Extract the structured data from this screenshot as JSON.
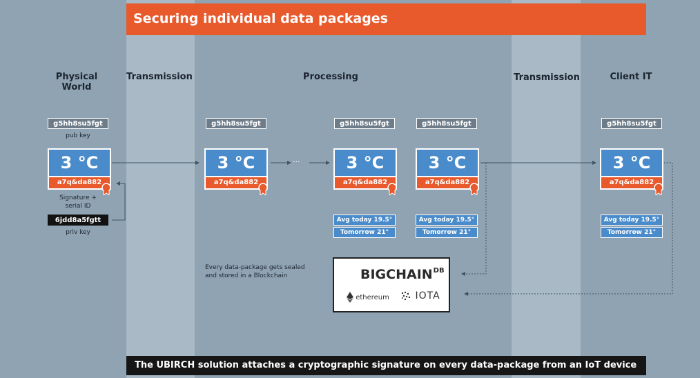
{
  "title": "Securing individual data packages",
  "footer": "The UBIRCH solution attaches a cryptographic signature on every data-package from an IoT device",
  "columns": {
    "physical_line1": "Physical",
    "physical_line2": "World",
    "transmission_1": "Transmission",
    "processing": "Processing",
    "transmission_2": "Transmission",
    "client": "Client IT"
  },
  "pub_key_value": "g5hh8su5fgt",
  "pub_key_label": "pub key",
  "priv_key_value": "6jdd8a5fgtt",
  "priv_key_label": "priv key",
  "signature_label_line1": "Signature +",
  "signature_label_line2": "serial ID",
  "temperature": "3 °C",
  "signature_value": "a7q&da882",
  "ellipsis": "···",
  "info": {
    "avg_today": "Avg today 19.5°",
    "tomorrow": "Tomorrow 21°"
  },
  "blockchain_note_line1": "Every data-package gets sealed",
  "blockchain_note_line2": "and stored in a Blockchain",
  "blockchain_logos": {
    "bigchain": "BIGCHAIN",
    "bigchain_suffix": "DB",
    "ethereum": "ethereum",
    "iota": "IOTA"
  },
  "colors": {
    "background": "#8fa3b2",
    "lane_light": "#a9bac6",
    "accent_orange": "#e8592c",
    "package_blue": "#4a8ccb",
    "footer_dark": "#161616"
  }
}
